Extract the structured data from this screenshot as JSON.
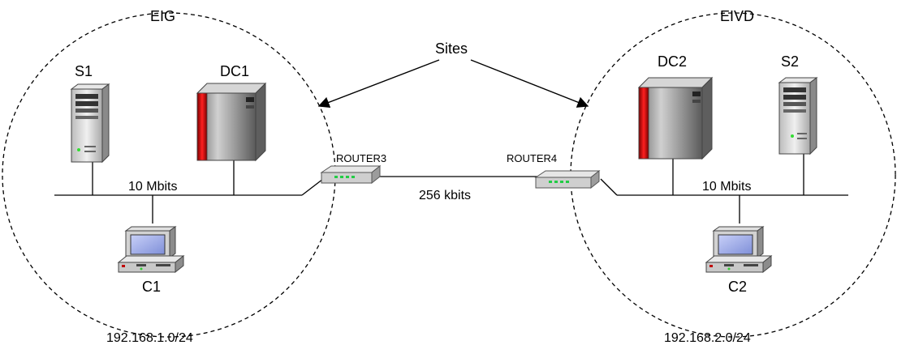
{
  "sites_label": "Sites",
  "link_speed": "256 kbits",
  "site_left": {
    "name": "EIG",
    "subnet": "192.168.1.0/24",
    "lan_speed": "10 Mbits",
    "server": "S1",
    "dc": "DC1",
    "client": "C1",
    "router": "ROUTER3"
  },
  "site_right": {
    "name": "EIVD",
    "subnet": "192.168.2.0/24",
    "lan_speed": "10 Mbits",
    "server": "S2",
    "dc": "DC2",
    "client": "C2",
    "router": "ROUTER4"
  },
  "colors": {
    "line": "#000000",
    "dc_body": "#9a9a9a",
    "dc_accent": "#c00000",
    "server_body": "#d8d8d8",
    "screen": "#9aa8e0",
    "router_led": "#22cc44"
  }
}
